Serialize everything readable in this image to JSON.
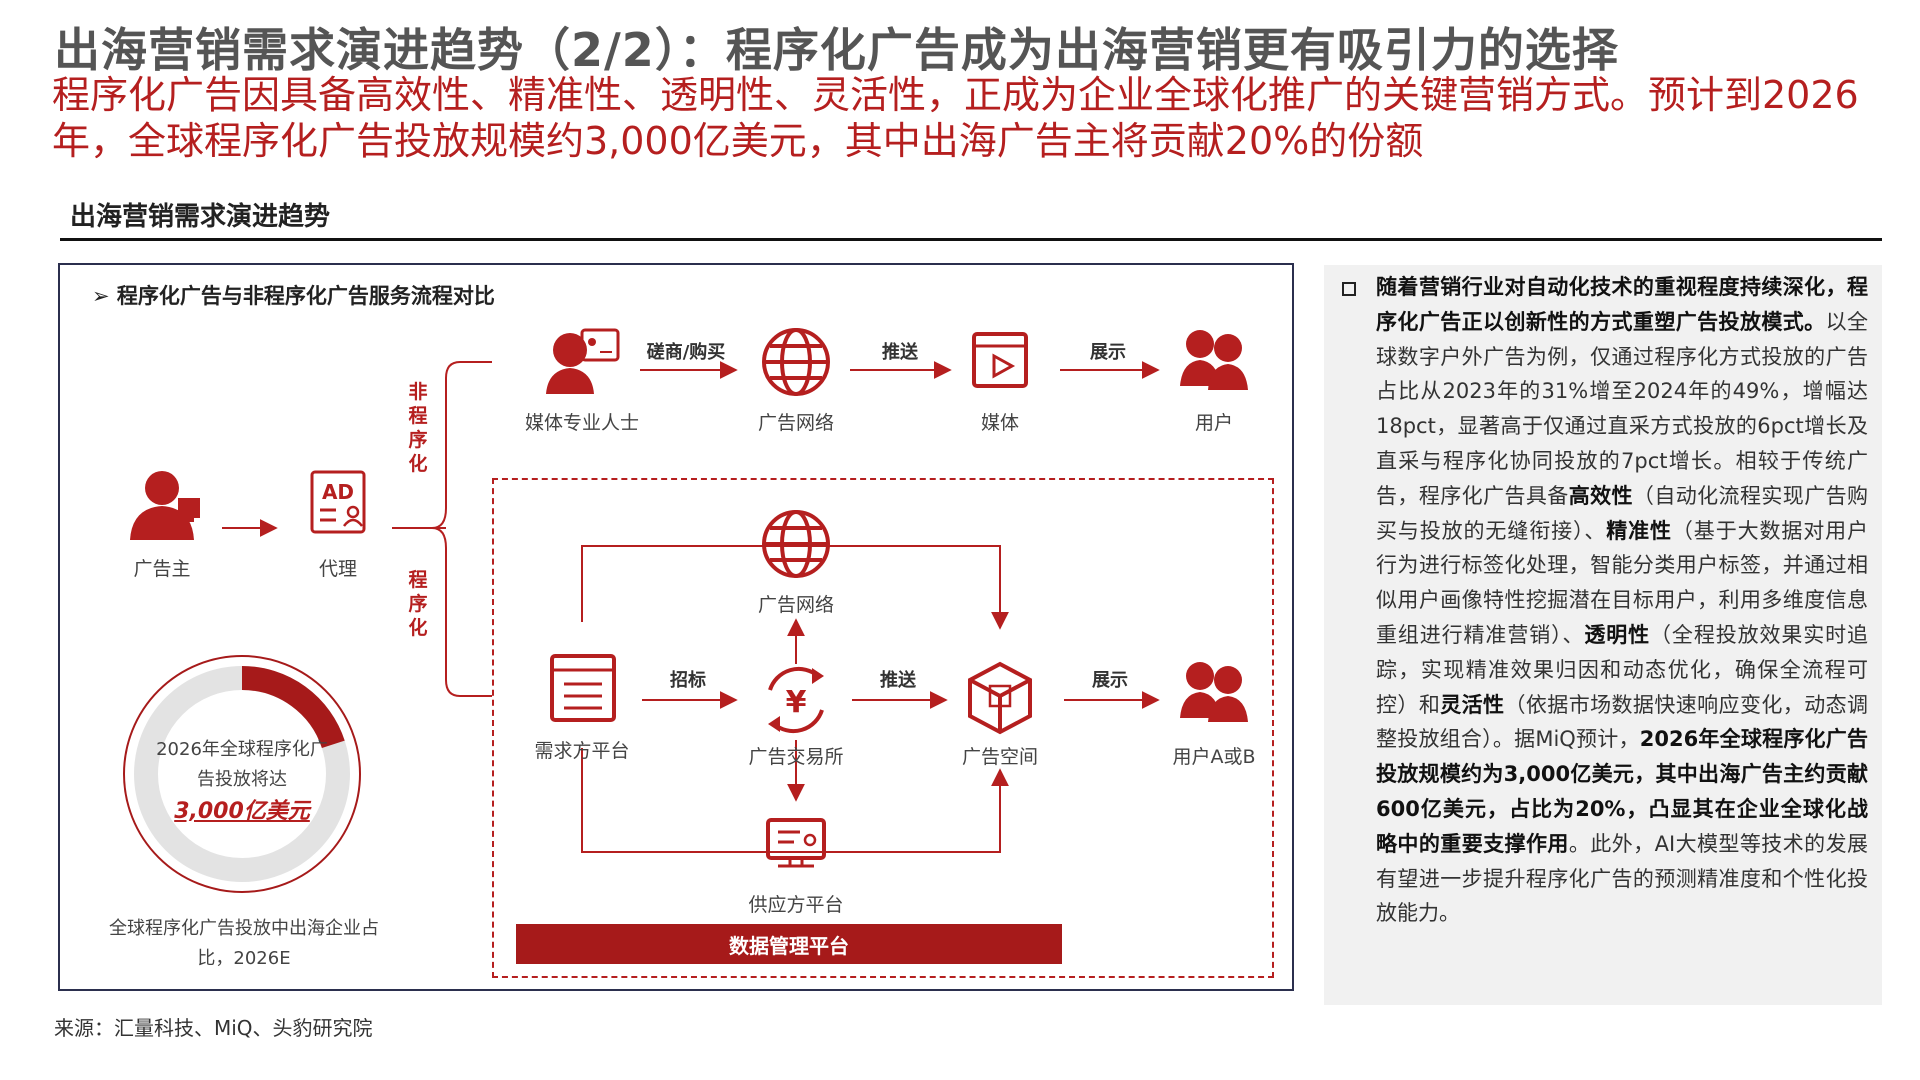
{
  "header": {
    "title": "出海营销需求演进趋势（2/2）：程序化广告成为出海营销更有吸引力的选择",
    "subtitle": "程序化广告因具备高效性、精准性、透明性、灵活性，正成为企业全球化推广的关键营销方式。预计到2026年，全球程序化广告投放规模约3,000亿美元，其中出海广告主将贡献20%的份额"
  },
  "section": {
    "title": "出海营销需求演进趋势"
  },
  "diagram": {
    "heading": "➢ 程序化广告与非程序化广告服务流程对比",
    "nodes": {
      "advertiser": "广告主",
      "agency": "代理",
      "media_pro": "媒体专业人士",
      "ad_network_top": "广告网络",
      "media": "媒体",
      "user": "用户",
      "ad_network_mid": "广告网络",
      "dsp": "需求方平台",
      "exchange": "广告交易所",
      "ad_space": "广告空间",
      "user_ab": "用户A或B",
      "ssp": "供应方平台"
    },
    "arrows": {
      "negotiate_buy": "磋商/购买",
      "push_top": "推送",
      "display_top": "展示",
      "bid": "招标",
      "push_bottom": "推送",
      "display_bottom": "展示"
    },
    "branch_labels": {
      "non_programmatic": "非程序化",
      "programmatic": "程序化"
    },
    "ad_icon_text": "AD",
    "yen_symbol": "¥",
    "dmp": "数据管理平台",
    "donut": {
      "center_text": "2026年全球程序化广告投放将达",
      "value": "3,000亿美元",
      "share": 0.2,
      "caption": "全球程序化广告投放中出海企业占比，2026E",
      "color_highlight": "#a61a1a"
    },
    "accent_color": "#b51f1f"
  },
  "analysis": {
    "segments": [
      {
        "text": "随着营销行业对自动化技术的重视程度持续深化，程序化广告正以创新性的方式重塑广告投放模式。",
        "bold": true
      },
      {
        "text": "以全球数字户外广告为例，仅通过程序化方式投放的广告占比从2023年的31%增至2024年的49%，增幅达18pct，显著高于仅通过直采方式投放的6pct增长及直采与程序化协同投放的7pct增长。相较于传统广告，程序化广告具备",
        "bold": false
      },
      {
        "text": "高效性",
        "bold": true
      },
      {
        "text": "（自动化流程实现广告购买与投放的无缝衔接）、",
        "bold": false
      },
      {
        "text": "精准性",
        "bold": true
      },
      {
        "text": "（基于大数据对用户行为进行标签化处理，智能分类用户标签，并通过相似用户画像特性挖掘潜在目标用户，利用多维度信息重组进行精准营销）、",
        "bold": false
      },
      {
        "text": "透明性",
        "bold": true
      },
      {
        "text": "（全程投放效果实时追踪，实现精准效果归因和动态优化，确保全流程可控）和",
        "bold": false
      },
      {
        "text": "灵活性",
        "bold": true
      },
      {
        "text": "（依据市场数据快速响应变化，动态调整投放组合）。据MiQ预计，",
        "bold": false
      },
      {
        "text": "2026年全球程序化广告投放规模约为3,000亿美元，其中出海广告主约贡献600亿美元，占比为20%，凸显其在企业全球化战略中的重要支撑作用",
        "bold": true
      },
      {
        "text": "。此外，AI大模型等技术的发展有望进一步提升程序化广告的预测精准度和个性化投放能力。",
        "bold": false
      }
    ]
  },
  "footer": {
    "source": "来源：汇量科技、MiQ、头豹研究院"
  }
}
